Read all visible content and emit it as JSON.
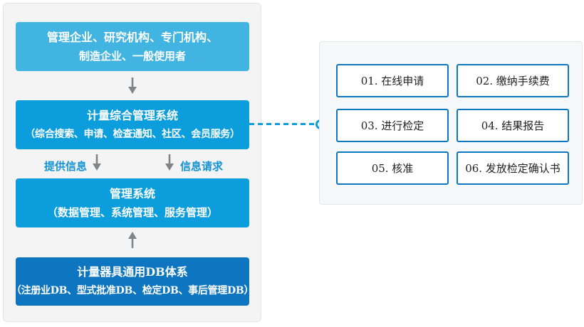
{
  "colors": {
    "panel_bg": "#f4f4f5",
    "panel_border": "#e3e4e6",
    "box_light_blue": "#41b4e2",
    "box_azure": "#0c9edc",
    "box_dark_blue": "#0e76c0",
    "step_border_blue": "#0d77c2",
    "label_blue": "#1593d2",
    "arrow_gray": "#7f8488",
    "step_text": "#222222"
  },
  "icons": {
    "arrow_down": "↓",
    "arrow_up": "↑",
    "connector_endpoint": "hollow-circle"
  },
  "left_panel": {
    "boxes": [
      {
        "id": "users",
        "line1": "管理企业、研究机构、专门机构、",
        "line2": "制造企业、一般使用者"
      },
      {
        "id": "integrated",
        "line1": "计量综合管理系统",
        "line2": "（综合搜索、申请、检查通知、社区、会员服务）"
      },
      {
        "id": "management",
        "line1": "管理系统",
        "line2": "（数据管理、系统管理、服务管理）"
      },
      {
        "id": "db",
        "line1": "计量器具通用DB体系",
        "line2": "（注册业DB、型式批准DB、检定DB、事后管理DB）"
      }
    ],
    "labels": {
      "provide_info": "提供信息",
      "info_request": "信息请求"
    }
  },
  "right_panel": {
    "steps": [
      {
        "label": "01. 在线申请"
      },
      {
        "label": "02. 缴纳手续费"
      },
      {
        "label": "03. 进行检定"
      },
      {
        "label": "04. 结果报告"
      },
      {
        "label": "05. 核准"
      },
      {
        "label": "06. 发放检定确认书"
      }
    ]
  }
}
